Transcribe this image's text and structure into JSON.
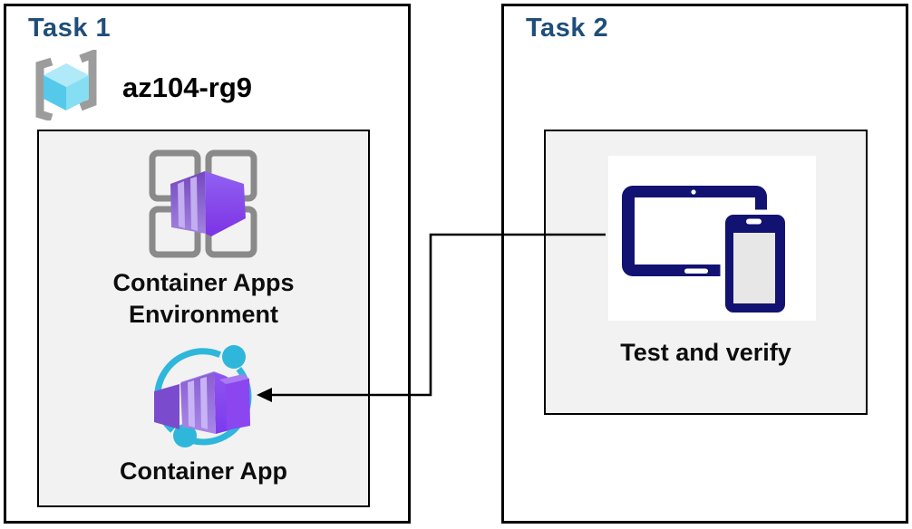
{
  "task1": {
    "title": "Task 1",
    "resource_group_name": "az104-rg9",
    "environment_label_line1": "Container Apps",
    "environment_label_line2": "Environment",
    "container_app_label": "Container App"
  },
  "task2": {
    "title": "Task 2",
    "test_label": "Test and verify"
  },
  "connector": {
    "from": "test-and-verify-panel",
    "to": "container-app-icon",
    "shape": "right-angle-elbow",
    "arrowhead": "solid-left"
  },
  "colors": {
    "task_title_blue": "#1F4E79",
    "box_border": "#000000",
    "inner_panel_gray": "#F2F2F2",
    "grid_gray": "#8A8A8A",
    "bracket_gray": "#9C9C9C",
    "cube_cyan_light": "#B0EAF8",
    "cube_cyan_mid": "#55C9E9",
    "cube_cyan_soft": "#86DEF3",
    "purple_bright": "#7C3AED",
    "purple_muted": "#7B51C8",
    "purple_stripe": "#C3AEF0",
    "ring_cyan": "#2EB7DB",
    "devices_navy": "#121273",
    "phone_screen_gray": "#E7E7E7",
    "label_black": "#0d0d0d"
  },
  "icons": {
    "resource_group": "resource-group-icon",
    "environment": "container-apps-environment-icon",
    "container_app": "container-app-icon",
    "devices": "tablet-and-phone-icon"
  }
}
